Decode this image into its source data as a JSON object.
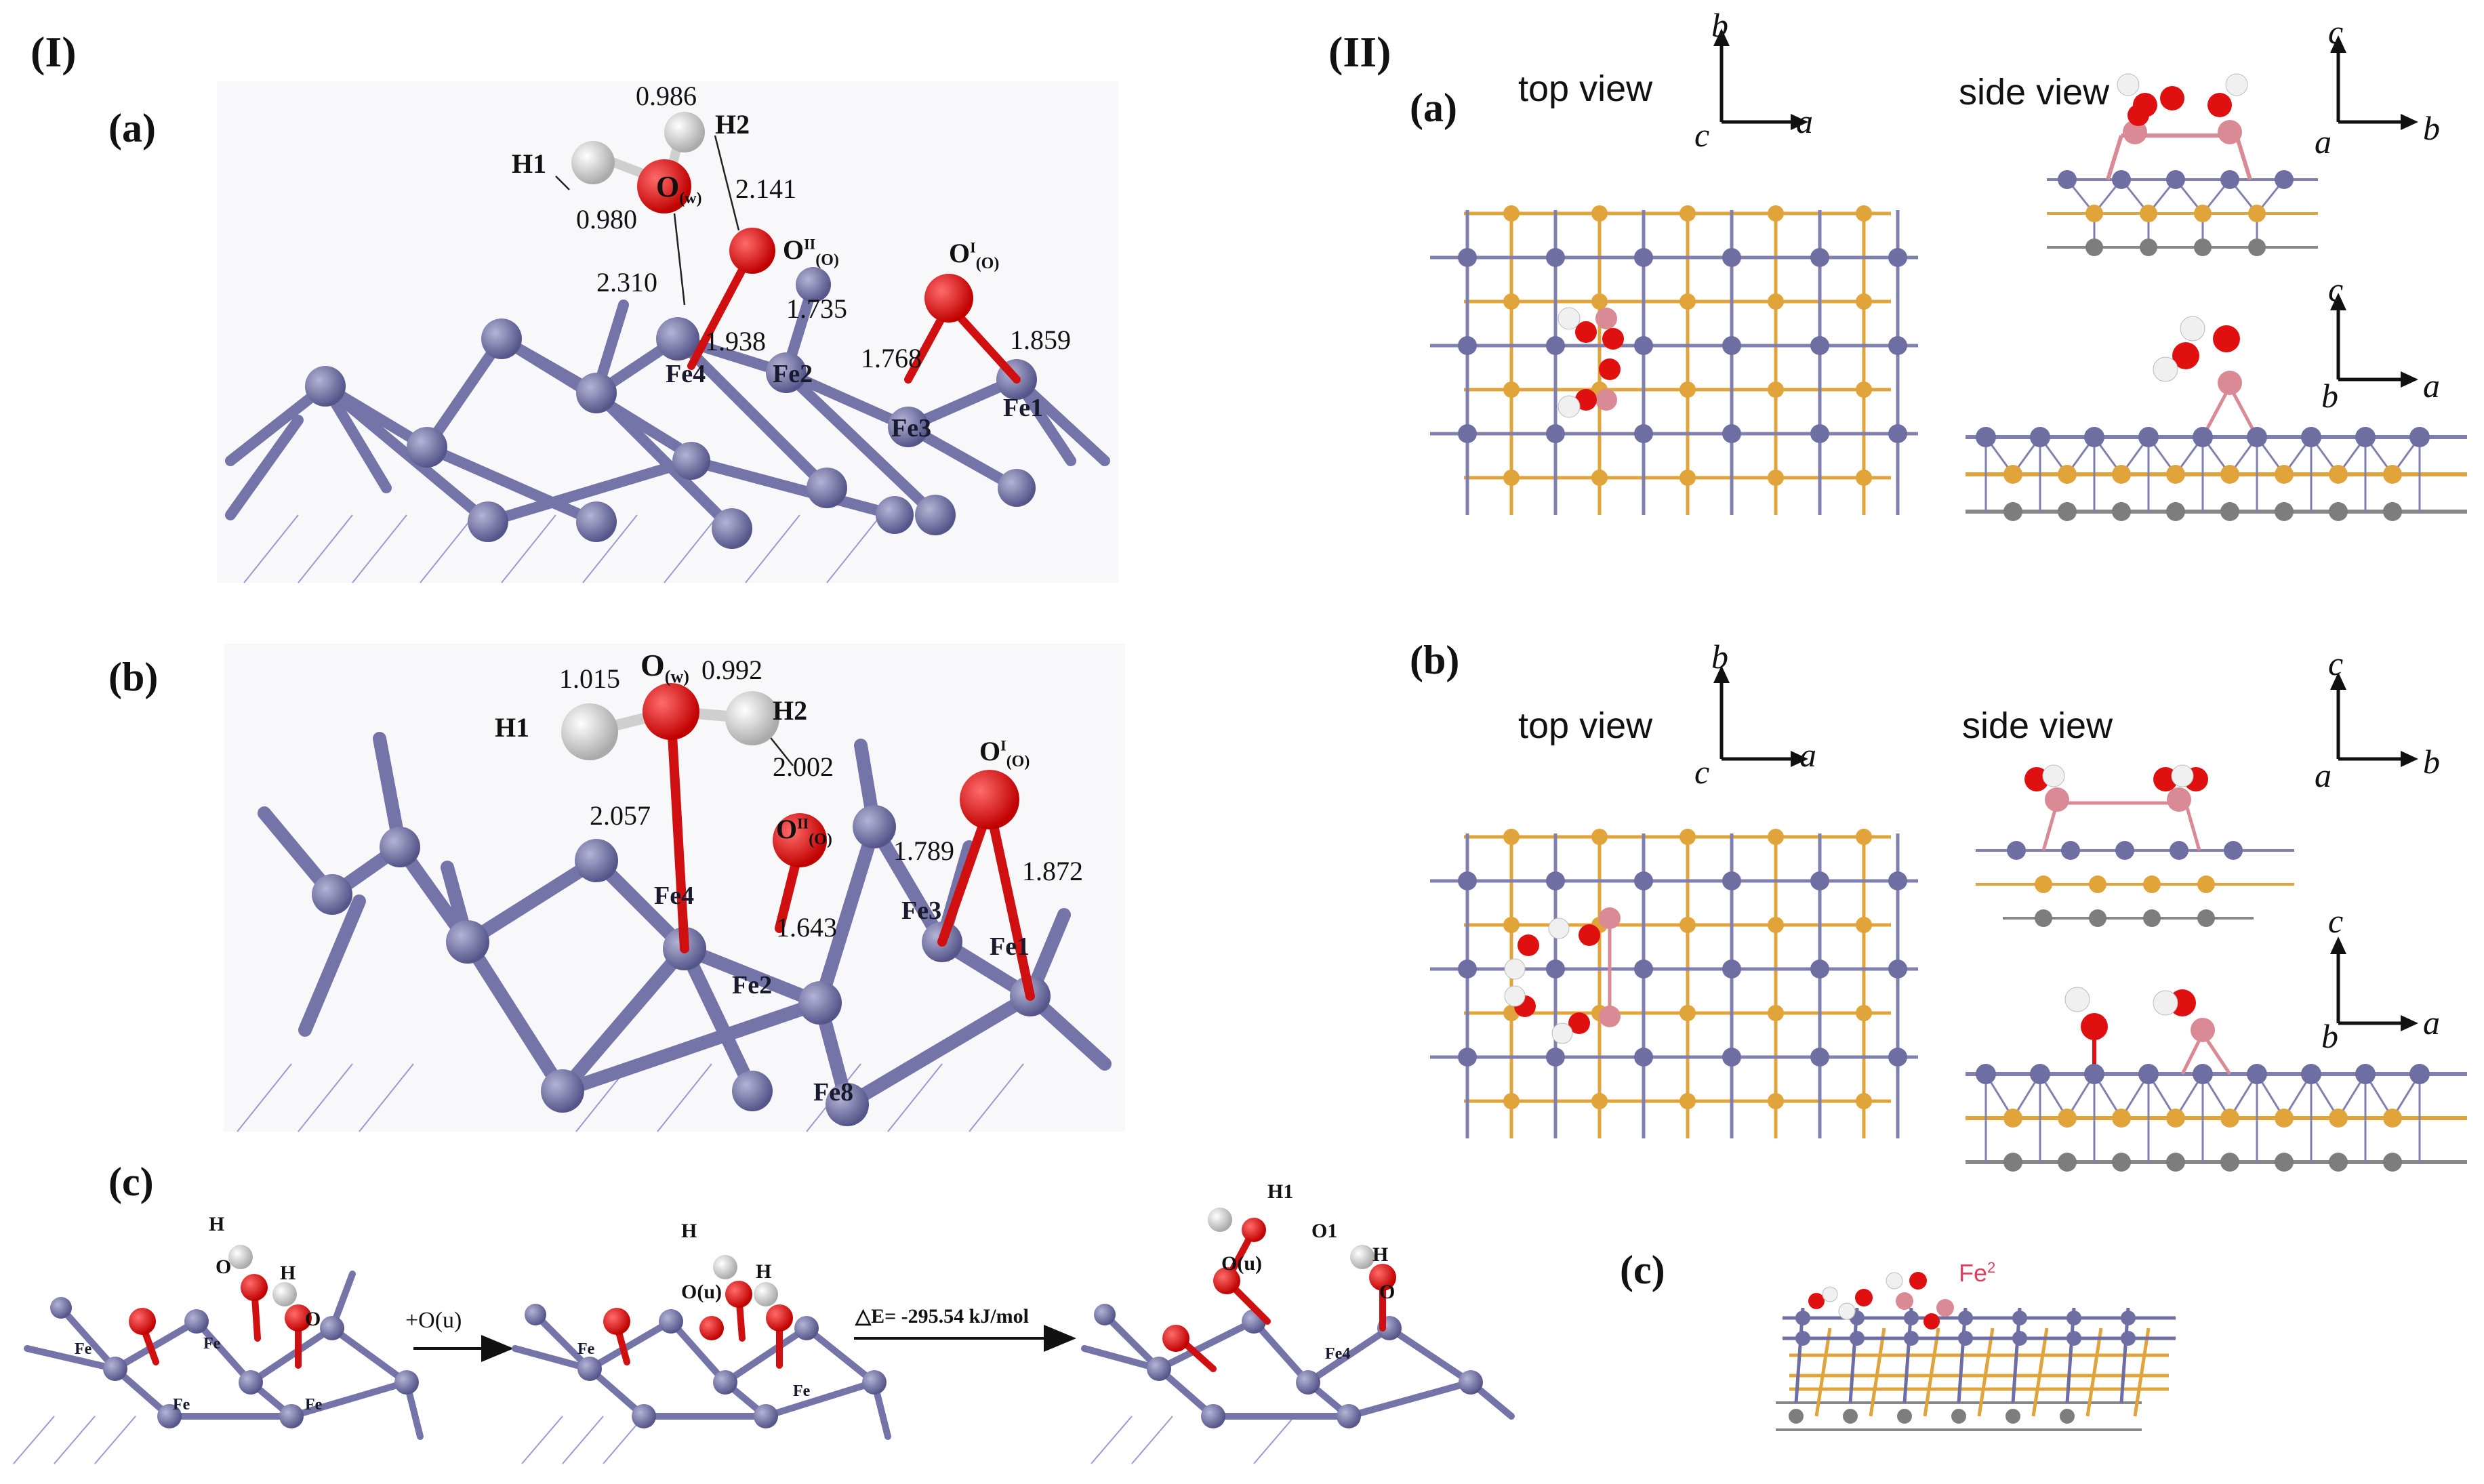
{
  "panels": {
    "I": "(I)",
    "II": "(II)",
    "Ia": "(a)",
    "Ib": "(b)",
    "Ic": "(c)",
    "IIa": "(a)",
    "IIb": "(b)",
    "IIc": "(c)"
  },
  "Ia": {
    "d_0986": "0.986",
    "d_0980": "0.980",
    "d_2141": "2.141",
    "d_2310": "2.310",
    "d_1938": "1.938",
    "d_1735": "1.735",
    "d_1768": "1.768",
    "d_1859": "1.859",
    "H1": "H1",
    "H2": "H2",
    "Ow": "O",
    "Ow_sub": "(w)",
    "OO2": "O",
    "OO2_sub": "(O)",
    "OO2_sup": "II",
    "OO1": "O",
    "OO1_sub": "(O)",
    "OO1_sup": "I",
    "Fe4": "Fe4",
    "Fe2": "Fe2",
    "Fe3": "Fe3",
    "Fe1": "Fe1"
  },
  "Ib": {
    "d_1015": "1.015",
    "d_0992": "0.992",
    "d_2002": "2.002",
    "d_2057": "2.057",
    "d_1789": "1.789",
    "d_1872": "1.872",
    "d_1643": "1.643",
    "H1": "H1",
    "H2": "H2",
    "Ow": "O",
    "Ow_sub": "(w)",
    "OO2": "O",
    "OO2_sub": "(O)",
    "OO2_sup": "II",
    "OO1": "O",
    "OO1_sub": "(O)",
    "OO1_sup": "I",
    "Fe4": "Fe4",
    "Fe3": "Fe3",
    "Fe2": "Fe2",
    "Fe1": "Fe1",
    "Fe8": "Fe8"
  },
  "Ic": {
    "arrow1": "+O(u)",
    "arrow2": "△E= -295.54 kJ/mol",
    "H": "H",
    "O": "O",
    "Fe": "Fe",
    "Ou": "O(u)",
    "H1": "H1",
    "O1": "O1",
    "Fe4": "Fe4"
  },
  "IIa": {
    "top": "top view",
    "side": "side view"
  },
  "IIb": {
    "top": "top view",
    "side": "side view"
  },
  "IIc": {
    "fe2": "Fe",
    "fe2_sup": "2"
  },
  "axes": {
    "a": "a",
    "b": "b",
    "c": "c"
  },
  "colors": {
    "fe": "#7a7aa8",
    "fe_dark": "#5c5c8a",
    "o": "#e01010",
    "h": "#e8e8e8",
    "gold": "#e0a43a",
    "pink": "#d98a95",
    "grey": "#7d7d7d"
  }
}
